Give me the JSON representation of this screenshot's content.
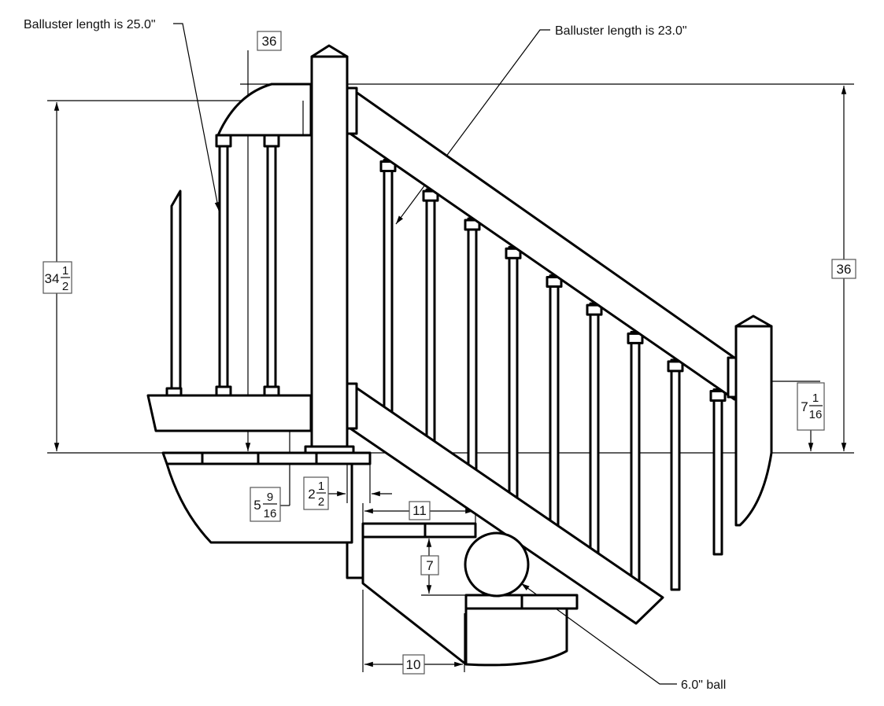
{
  "callouts": {
    "baluster_left": "Balluster length is 25.0\"",
    "baluster_right": "Balluster length is 23.0\"",
    "ball": "6.0\" ball"
  },
  "dimensions": {
    "top_left_height": "36",
    "landing_rail_height": {
      "whole": "34",
      "num": "1",
      "den": "2"
    },
    "stair_rail_height": "36",
    "bottom_rail_gap_right": {
      "whole": "7",
      "num": "1",
      "den": "16"
    },
    "bottom_rail_gap_left": {
      "whole": "5",
      "num": "9",
      "den": "16"
    },
    "post_offset": {
      "whole": "2",
      "num": "1",
      "den": "2"
    },
    "tread_depth": "11",
    "riser_height": "7",
    "bottom_step_run": "10"
  },
  "colors": {
    "line": "#000000",
    "background": "#ffffff"
  }
}
